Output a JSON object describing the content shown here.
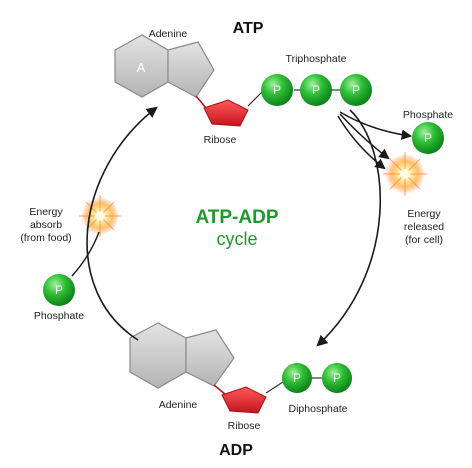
{
  "title_top": "ATP",
  "title_bottom": "ADP",
  "center": {
    "line1": "ATP-ADP",
    "line2": "cycle"
  },
  "labels": {
    "adenine_top": "Adenine",
    "ribose_top": "Ribose",
    "triphosphate": "Triphosphate",
    "phosphate_right": "Phosphate",
    "energy_released": [
      "Energy",
      "released",
      "(for cell)"
    ],
    "energy_absorb": [
      "Energy",
      "absorb",
      "(from food)"
    ],
    "phosphate_left": "Phosphate",
    "adenine_bottom": "Adenine",
    "ribose_bottom": "Ribose",
    "diphosphate": "Diphosphate"
  },
  "phosphate_letter": "P",
  "adenine_letter": "A",
  "colors": {
    "green": "#1aa52a",
    "green_light": "#5fd25f",
    "red": "#e8232d",
    "gray": "#c8c8c8",
    "gray_dark": "#8a8a8a",
    "title_green": "#1e9a2b",
    "arrow": "#1a1a1a"
  }
}
